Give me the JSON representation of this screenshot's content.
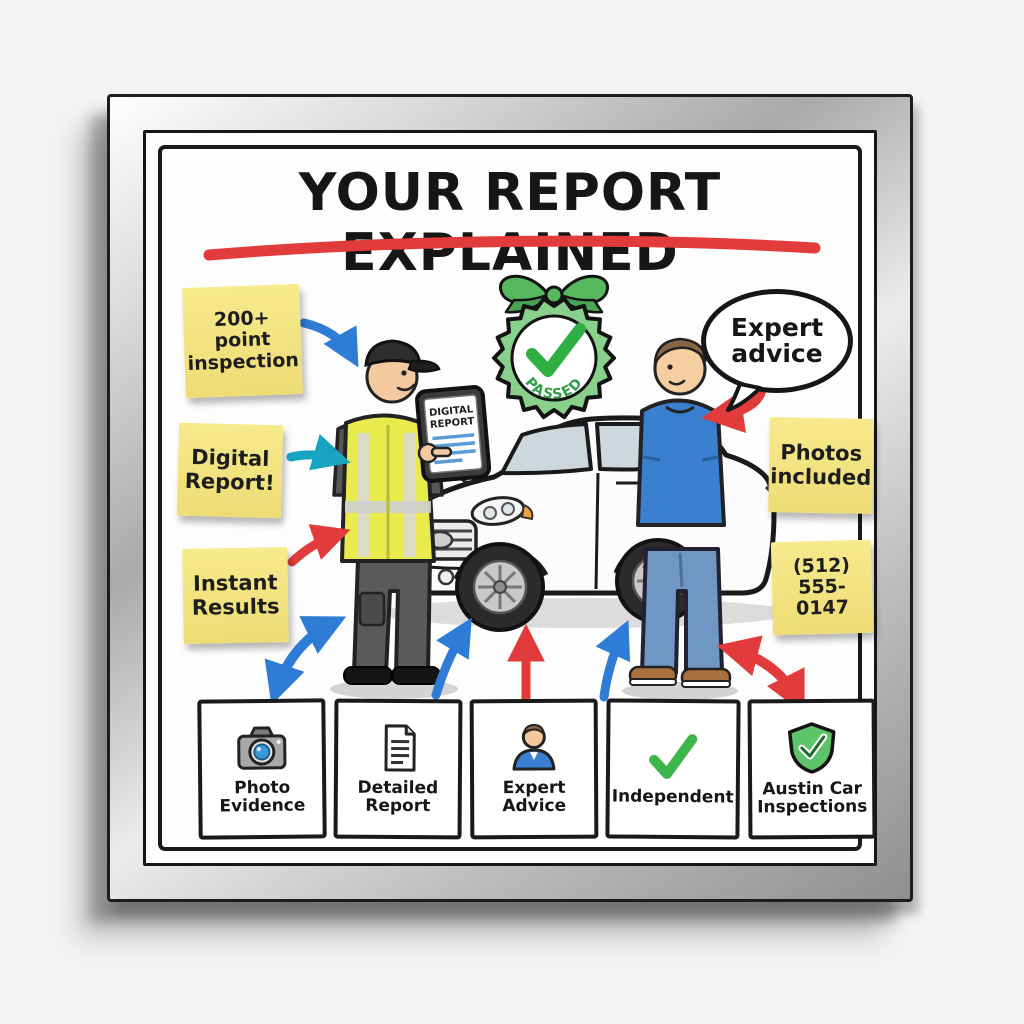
{
  "illustration": {
    "title": "YOUR REPORT EXPLAINED",
    "sticky_notes": [
      {
        "id": "points",
        "text": "200+ point inspection"
      },
      {
        "id": "digital",
        "text": "Digital Report!"
      },
      {
        "id": "instant",
        "text": "Instant Results"
      },
      {
        "id": "photos",
        "text": "Photos included"
      },
      {
        "id": "phone",
        "text": "(512) 555-0147"
      }
    ],
    "speech_bubble": {
      "text": "Expert advice"
    },
    "badge": {
      "label": "PASSED"
    },
    "tablet": {
      "line1": "DIGITAL",
      "line2": "REPORT"
    },
    "feature_boxes": [
      {
        "label": "Photo Evidence",
        "icon": "camera-icon"
      },
      {
        "label": "Detailed Report",
        "icon": "document-icon"
      },
      {
        "label": "Expert Advice",
        "icon": "person-icon"
      },
      {
        "label": "Independent",
        "icon": "checkmark-icon"
      },
      {
        "label": "Austin Car Inspections",
        "icon": "shield-check-icon"
      }
    ],
    "colors": {
      "sticky_yellow": "#f2e27e",
      "marker_red": "#e23b3b",
      "arrow_blue": "#2e7cd6",
      "arrow_teal": "#19a3c2",
      "badge_green": "#3cb54a",
      "vest_yellow": "#e9ea4b",
      "shirt_blue": "#3a7fd0",
      "frame_silver": "#c9c9c9"
    }
  }
}
